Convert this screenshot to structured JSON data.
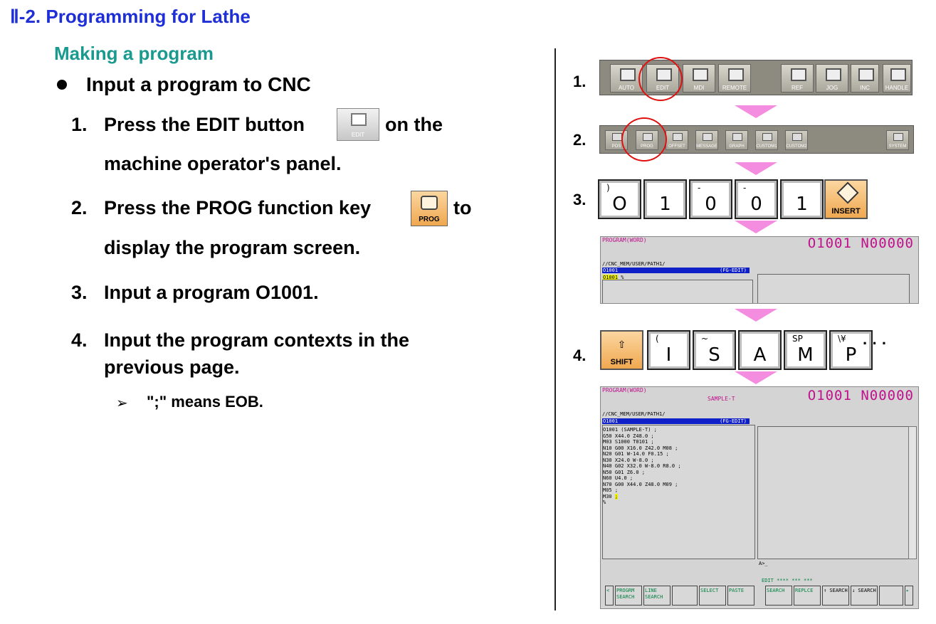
{
  "page_title": "Ⅱ-2. Programming for Lathe",
  "section_title": "Making a program",
  "bullet": "Input a program to CNC",
  "steps": [
    {
      "num": "1.",
      "line1a": "Press the EDIT button",
      "line1b": "on the",
      "line2": "machine operator's panel."
    },
    {
      "num": "2.",
      "line1a": "Press the PROG function key",
      "line1b": "to",
      "line2": "display the program screen."
    },
    {
      "num": "3.",
      "line1a": "Input a program O1001."
    },
    {
      "num": "4.",
      "line1a": "Input the program contexts in the",
      "line2": "previous page."
    }
  ],
  "sub_bullet_arrow": "➢",
  "sub_bullet": "\";\" means EOB.",
  "inline_keys": {
    "edit": "EDIT",
    "prog": "PROG"
  },
  "right_steps": [
    "1.",
    "2.",
    "3.",
    "4."
  ],
  "mode_panel": [
    "AUTO",
    "EDIT",
    "MDI",
    "REMOTE",
    "REF",
    "JOG",
    "INC",
    "HANDLE"
  ],
  "function_panel": [
    "POS",
    "PROG",
    "OFFSET",
    "MESSAGE",
    "GRAPH",
    "CUSTOM1",
    "CUSTOM2",
    "SYSTEM"
  ],
  "step3_keys": [
    {
      "small": ")",
      "main": "O"
    },
    {
      "small": "",
      "main": "1"
    },
    {
      "small": "-",
      "main": "0"
    },
    {
      "small": "-",
      "main": "0"
    },
    {
      "small": "",
      "main": "1"
    }
  ],
  "insert_key": "INSERT",
  "step4_keys": [
    {
      "small": "(",
      "main": "I"
    },
    {
      "small": "~",
      "main": "S"
    },
    {
      "small": "",
      "main": "A"
    },
    {
      "small": "SP",
      "main": "M"
    },
    {
      "small": "\\¥",
      "main": "P"
    }
  ],
  "shift_key": "SHIFT",
  "ellipsis": "· · ·",
  "screen1": {
    "header": "PROGRAM(WORD)",
    "big": "O1001 N00000",
    "path": "//CNC_MEM/USER/PATH1/",
    "bar_left": "O1001",
    "bar_right": "(FG-EDIT)",
    "line_hl": "O1001",
    "line_rest": " %"
  },
  "screen2": {
    "header": "PROGRAM(WORD)",
    "center": "SAMPLE-T",
    "big": "O1001 N00000",
    "path": "//CNC_MEM/USER/PATH1/",
    "bar_left": "O1001",
    "bar_right": "(FG-EDIT)",
    "code_lines": [
      "O1001 (SAMPLE-T) ;",
      "G50 X44.0 Z48.0 ;",
      "M03 S1000 T0101 ;",
      "N10 G00 X16.0 Z42.0 M08 ;",
      "N20 G01 W-14.0 F0.15 ;",
      "N30 X24.0 W-8.0 ;",
      "N40 G02 X32.0 W-8.0 R8.0 ;",
      "N50 G01 Z6.0 ;",
      "N60 U4.0 ;",
      "N70 G00 X44.0 Z48.0 M09 ;",
      "M05 ;"
    ],
    "line_m30": "M30 ",
    "line_m30_hl": ";",
    "line_end": "%",
    "prompt": "A>_",
    "status": "EDIT **** *** ***",
    "softkeys": [
      "PROGRM SEARCH",
      "LINE SEARCH",
      "",
      "SELECT",
      "PASTE",
      "SEARCH",
      "REPLCE",
      "↑ SEARCH",
      "↓ SEARCH"
    ]
  },
  "colors": {
    "title": "#1e2fd8",
    "subtitle": "#1a9a8e",
    "circle": "#e01010",
    "arrow": "#f48ce0",
    "screen_text": "#c0108c"
  }
}
